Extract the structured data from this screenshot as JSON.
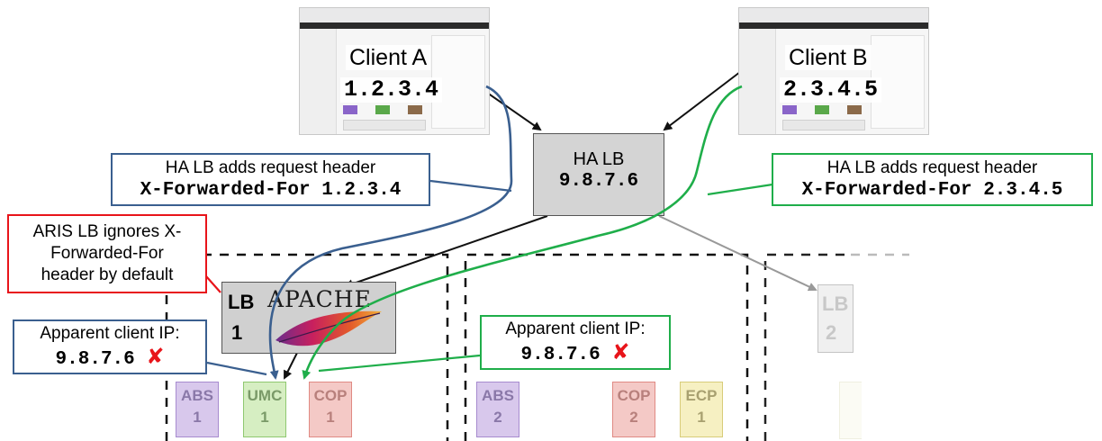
{
  "clients": [
    {
      "name": "Client A",
      "ip": "1.2.3.4"
    },
    {
      "name": "Client B",
      "ip": "2.3.4.5"
    }
  ],
  "ha_lb": {
    "label": "HA LB",
    "ip": "9.8.7.6"
  },
  "callouts": {
    "left_header": {
      "line1": "HA LB adds request header",
      "line2": "X-Forwarded-For 1.2.3.4"
    },
    "right_header": {
      "line1": "HA LB adds request header",
      "line2": "X-Forwarded-For 2.3.4.5"
    },
    "aris_note": {
      "line1": "ARIS LB ignores X-",
      "line2": "Forwarded-For",
      "line3": "header by default"
    },
    "apparent_left": {
      "line1": "Apparent client IP:",
      "ip": "9.8.7.6",
      "mark": "✘"
    },
    "apparent_right": {
      "line1": "Apparent client IP:",
      "ip": "9.8.7.6",
      "mark": "✘"
    }
  },
  "lb1": {
    "label": "LB",
    "number": "1",
    "logo_text": "APACHE"
  },
  "lb2": {
    "label": "LB",
    "number": "2"
  },
  "services": {
    "node1": [
      {
        "name": "ABS",
        "instance": "1",
        "bg": "#d8c8ec",
        "border": "#a78bcf",
        "color": "#8a78a8"
      },
      {
        "name": "UMC",
        "instance": "1",
        "bg": "#d6eec2",
        "border": "#8fc870",
        "color": "#7a9a68"
      },
      {
        "name": "COP",
        "instance": "1",
        "bg": "#f4c9c6",
        "border": "#e08a84",
        "color": "#b8807c"
      }
    ],
    "node2": [
      {
        "name": "ABS",
        "instance": "2",
        "bg": "#d8c8ec",
        "border": "#a78bcf",
        "color": "#8a78a8"
      },
      {
        "name": "COP",
        "instance": "2",
        "bg": "#f4c9c6",
        "border": "#e08a84",
        "color": "#b8807c"
      },
      {
        "name": "ECP",
        "instance": "1",
        "bg": "#f6f0c2",
        "border": "#d8cc7a",
        "color": "#a8a070"
      }
    ]
  },
  "colors": {
    "client_a_path": "#3a5f8f",
    "client_b_path": "#1fae4a",
    "warning": "#e8141a",
    "x_mark": "#e8141a"
  }
}
